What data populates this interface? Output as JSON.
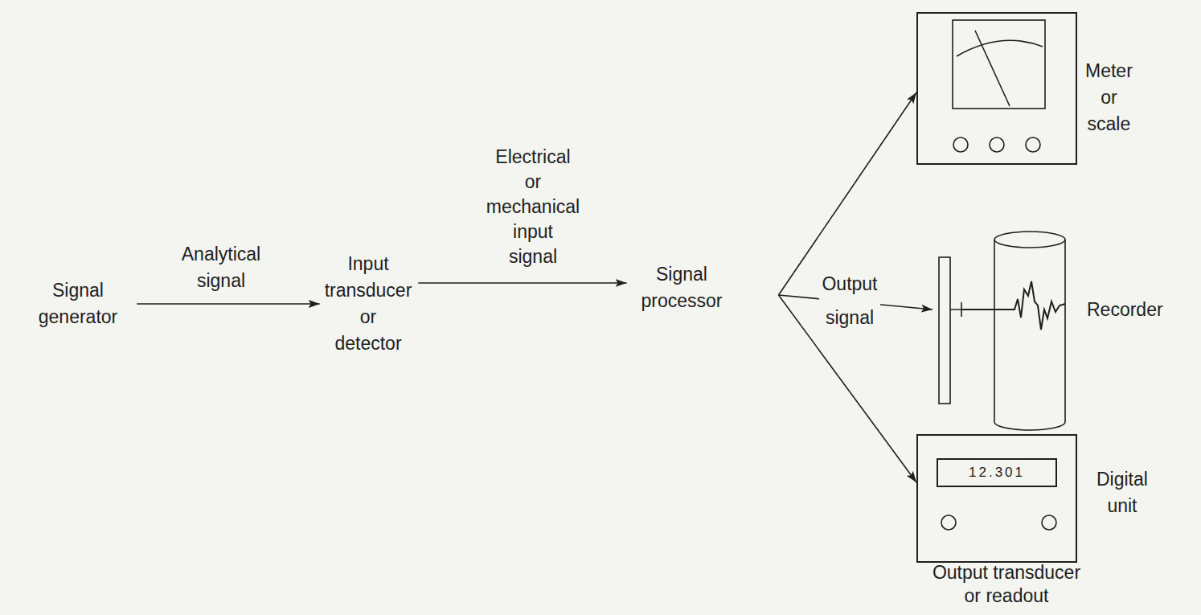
{
  "diagram": {
    "nodes": [
      {
        "text": [
          "Signal generator"
        ]
      },
      {
        "text": [
          "Input transducer or detector"
        ]
      },
      {
        "text": [
          "Signal processor"
        ]
      },
      {
        "text": [
          "Meter or scale"
        ]
      },
      {
        "text": [
          "Recorder"
        ]
      },
      {
        "text": [
          "12.301",
          "Digital unit"
        ]
      }
    ],
    "edges": [
      {
        "from": 0,
        "to": 1,
        "arrow": "to",
        "label": "Analytical signal"
      },
      {
        "from": 1,
        "to": 2,
        "arrow": "to",
        "label": "Electrical or mechanical input signal"
      },
      {
        "from": 2,
        "to": 3,
        "arrow": "to"
      },
      {
        "from": 2,
        "to": 4,
        "arrow": "to",
        "label": "Output signal"
      },
      {
        "from": 2,
        "to": 5,
        "arrow": "to"
      }
    ],
    "labels": [
      "Output transducer or readout"
    ]
  }
}
